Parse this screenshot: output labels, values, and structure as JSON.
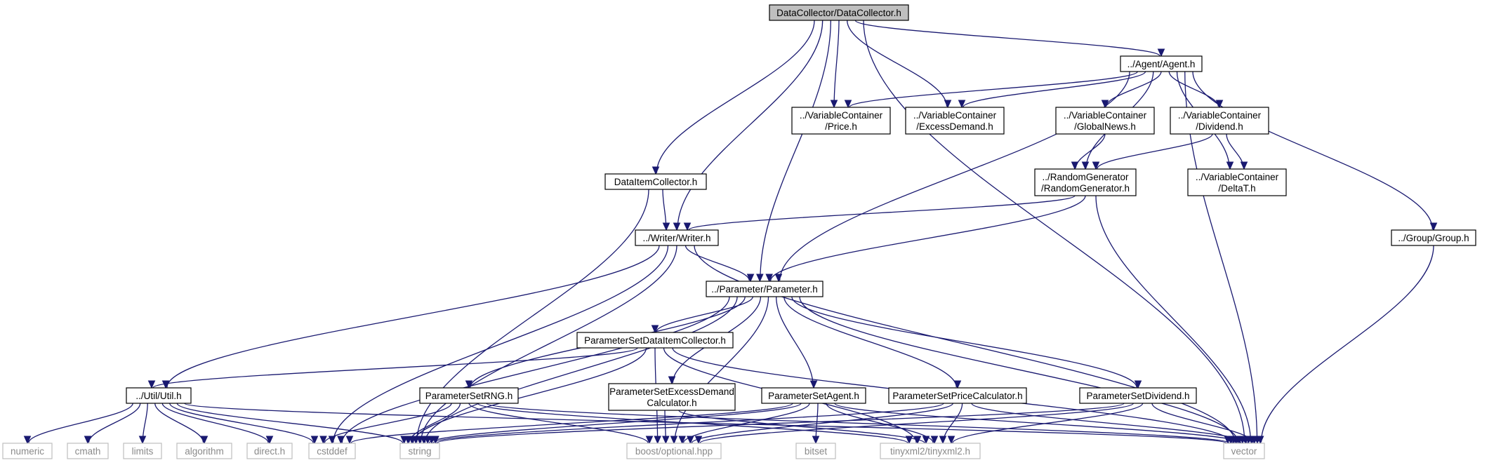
{
  "graph": {
    "nodes": [
      {
        "id": "root",
        "lines": [
          "DataCollector/DataCollector.h"
        ],
        "style": "root"
      },
      {
        "id": "agent",
        "lines": [
          "../Agent/Agent.h"
        ],
        "style": "normal"
      },
      {
        "id": "price",
        "lines": [
          "../VariableContainer",
          "/Price.h"
        ],
        "style": "normal"
      },
      {
        "id": "excess",
        "lines": [
          "../VariableContainer",
          "/ExcessDemand.h"
        ],
        "style": "normal"
      },
      {
        "id": "globalnews",
        "lines": [
          "../VariableContainer",
          "/GlobalNews.h"
        ],
        "style": "normal"
      },
      {
        "id": "dividend",
        "lines": [
          "../VariableContainer",
          "/Dividend.h"
        ],
        "style": "normal"
      },
      {
        "id": "dataitem",
        "lines": [
          "DataItemCollector.h"
        ],
        "style": "normal"
      },
      {
        "id": "rng",
        "lines": [
          "../RandomGenerator",
          "/RandomGenerator.h"
        ],
        "style": "normal"
      },
      {
        "id": "deltat",
        "lines": [
          "../VariableContainer",
          "/DeltaT.h"
        ],
        "style": "normal"
      },
      {
        "id": "writer",
        "lines": [
          "../Writer/Writer.h"
        ],
        "style": "normal"
      },
      {
        "id": "group",
        "lines": [
          "../Group/Group.h"
        ],
        "style": "normal"
      },
      {
        "id": "parameter",
        "lines": [
          "../Parameter/Parameter.h"
        ],
        "style": "normal"
      },
      {
        "id": "psdic",
        "lines": [
          "ParameterSetDataItemCollector.h"
        ],
        "style": "normal"
      },
      {
        "id": "util",
        "lines": [
          "../Util/Util.h"
        ],
        "style": "normal"
      },
      {
        "id": "psrng",
        "lines": [
          "ParameterSetRNG.h"
        ],
        "style": "normal"
      },
      {
        "id": "psexcess",
        "lines": [
          "ParameterSetExcessDemand",
          "Calculator.h"
        ],
        "style": "normal"
      },
      {
        "id": "psagent",
        "lines": [
          "ParameterSetAgent.h"
        ],
        "style": "normal"
      },
      {
        "id": "psprice",
        "lines": [
          "ParameterSetPriceCalculator.h"
        ],
        "style": "normal"
      },
      {
        "id": "psdiv",
        "lines": [
          "ParameterSetDividend.h"
        ],
        "style": "normal"
      },
      {
        "id": "numeric",
        "lines": [
          "numeric"
        ],
        "style": "system"
      },
      {
        "id": "cmath",
        "lines": [
          "cmath"
        ],
        "style": "system"
      },
      {
        "id": "limits",
        "lines": [
          "limits"
        ],
        "style": "system"
      },
      {
        "id": "algorithm",
        "lines": [
          "algorithm"
        ],
        "style": "system"
      },
      {
        "id": "directh",
        "lines": [
          "direct.h"
        ],
        "style": "system"
      },
      {
        "id": "cstddef",
        "lines": [
          "cstddef"
        ],
        "style": "system"
      },
      {
        "id": "string",
        "lines": [
          "string"
        ],
        "style": "system"
      },
      {
        "id": "boost",
        "lines": [
          "boost/optional.hpp"
        ],
        "style": "system"
      },
      {
        "id": "bitset",
        "lines": [
          "bitset"
        ],
        "style": "system"
      },
      {
        "id": "tinyxml",
        "lines": [
          "tinyxml2/tinyxml2.h"
        ],
        "style": "system"
      },
      {
        "id": "vector",
        "lines": [
          "vector"
        ],
        "style": "system"
      }
    ],
    "edges": [
      [
        "root",
        "agent"
      ],
      [
        "root",
        "price"
      ],
      [
        "root",
        "excess"
      ],
      [
        "root",
        "dataitem"
      ],
      [
        "root",
        "writer"
      ],
      [
        "root",
        "parameter"
      ],
      [
        "root",
        "vector"
      ],
      [
        "agent",
        "price"
      ],
      [
        "agent",
        "excess"
      ],
      [
        "agent",
        "globalnews"
      ],
      [
        "agent",
        "dividend"
      ],
      [
        "agent",
        "rng"
      ],
      [
        "agent",
        "deltat"
      ],
      [
        "agent",
        "group"
      ],
      [
        "agent",
        "parameter"
      ],
      [
        "agent",
        "vector"
      ],
      [
        "globalnews",
        "rng"
      ],
      [
        "dividend",
        "rng"
      ],
      [
        "dividend",
        "deltat"
      ],
      [
        "dataitem",
        "writer"
      ],
      [
        "dataitem",
        "string"
      ],
      [
        "rng",
        "writer"
      ],
      [
        "rng",
        "parameter"
      ],
      [
        "rng",
        "vector"
      ],
      [
        "writer",
        "parameter"
      ],
      [
        "writer",
        "util"
      ],
      [
        "writer",
        "cstddef"
      ],
      [
        "writer",
        "string"
      ],
      [
        "writer",
        "vector"
      ],
      [
        "group",
        "vector"
      ],
      [
        "parameter",
        "psdic"
      ],
      [
        "parameter",
        "psrng"
      ],
      [
        "parameter",
        "psexcess"
      ],
      [
        "parameter",
        "psagent"
      ],
      [
        "parameter",
        "psprice"
      ],
      [
        "parameter",
        "psdiv"
      ],
      [
        "parameter",
        "cstddef"
      ],
      [
        "parameter",
        "string"
      ],
      [
        "parameter",
        "boost"
      ],
      [
        "parameter",
        "vector"
      ],
      [
        "psdic",
        "util"
      ],
      [
        "psdic",
        "string"
      ],
      [
        "psdic",
        "boost"
      ],
      [
        "psdic",
        "tinyxml"
      ],
      [
        "psdic",
        "vector"
      ],
      [
        "util",
        "numeric"
      ],
      [
        "util",
        "cmath"
      ],
      [
        "util",
        "limits"
      ],
      [
        "util",
        "algorithm"
      ],
      [
        "util",
        "directh"
      ],
      [
        "util",
        "cstddef"
      ],
      [
        "util",
        "string"
      ],
      [
        "util",
        "vector"
      ],
      [
        "psrng",
        "cstddef"
      ],
      [
        "psrng",
        "string"
      ],
      [
        "psrng",
        "boost"
      ],
      [
        "psrng",
        "tinyxml"
      ],
      [
        "psrng",
        "vector"
      ],
      [
        "psexcess",
        "boost"
      ],
      [
        "psexcess",
        "tinyxml"
      ],
      [
        "psagent",
        "cstddef"
      ],
      [
        "psagent",
        "string"
      ],
      [
        "psagent",
        "boost"
      ],
      [
        "psagent",
        "bitset"
      ],
      [
        "psagent",
        "tinyxml"
      ],
      [
        "psagent",
        "vector"
      ],
      [
        "psprice",
        "string"
      ],
      [
        "psprice",
        "boost"
      ],
      [
        "psprice",
        "tinyxml"
      ],
      [
        "psprice",
        "vector"
      ],
      [
        "psdiv",
        "string"
      ],
      [
        "psdiv",
        "boost"
      ],
      [
        "psdiv",
        "tinyxml"
      ],
      [
        "psdiv",
        "vector"
      ]
    ]
  }
}
